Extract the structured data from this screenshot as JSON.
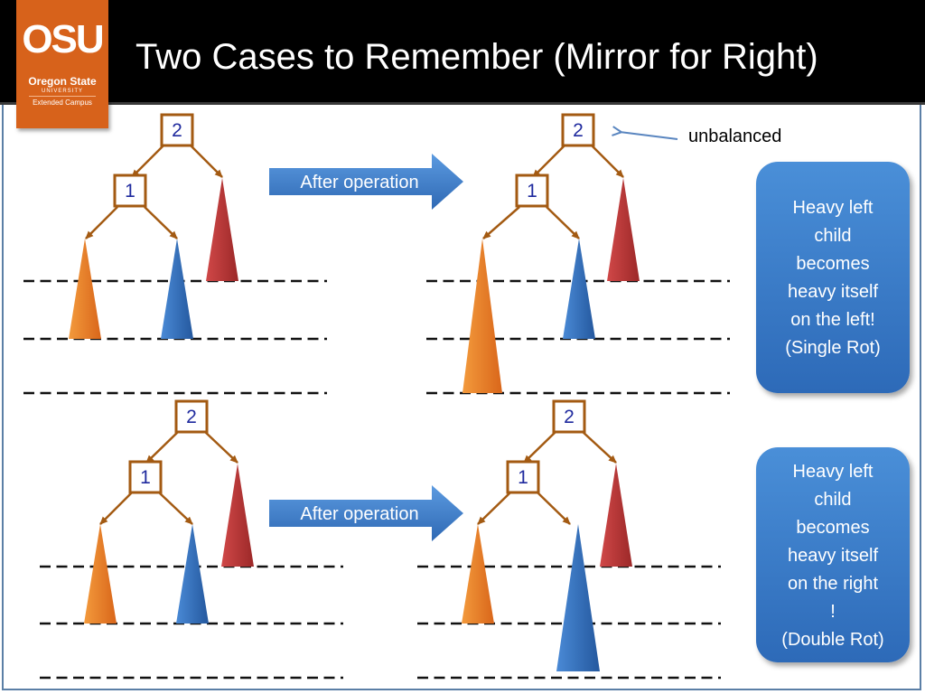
{
  "slide": {
    "title": "Two Cases to Remember (Mirror for Right)"
  },
  "logo": {
    "abbr": "OSU",
    "name": "Oregon State",
    "university": "UNIVERSITY",
    "campus": "Extended Campus"
  },
  "diagram": {
    "unbalanced_label": "unbalanced",
    "operation_label": "After operation",
    "colors": {
      "node_border": "#a35a12",
      "node_text": "#1f2a9e",
      "edge": "#a35a12",
      "arrow_fill": "#3f7cc9",
      "orange_subtree": "#e67e22",
      "blue_subtree": "#2e6cb5",
      "red_subtree": "#b63232",
      "dash": "#111111"
    },
    "case1": {
      "before": {
        "root": "2",
        "child": "1"
      },
      "after": {
        "root": "2",
        "child": "1"
      }
    },
    "case2": {
      "before": {
        "root": "2",
        "child": "1"
      },
      "after": {
        "root": "2",
        "child": "1"
      }
    }
  },
  "notes": [
    {
      "lines": [
        "Heavy left",
        "child",
        "becomes",
        "heavy itself",
        "on the left!",
        "(Single Rot)"
      ]
    },
    {
      "lines": [
        "Heavy left",
        "child",
        "becomes",
        "heavy itself",
        "on the right",
        "!",
        "(Double Rot)"
      ]
    }
  ]
}
